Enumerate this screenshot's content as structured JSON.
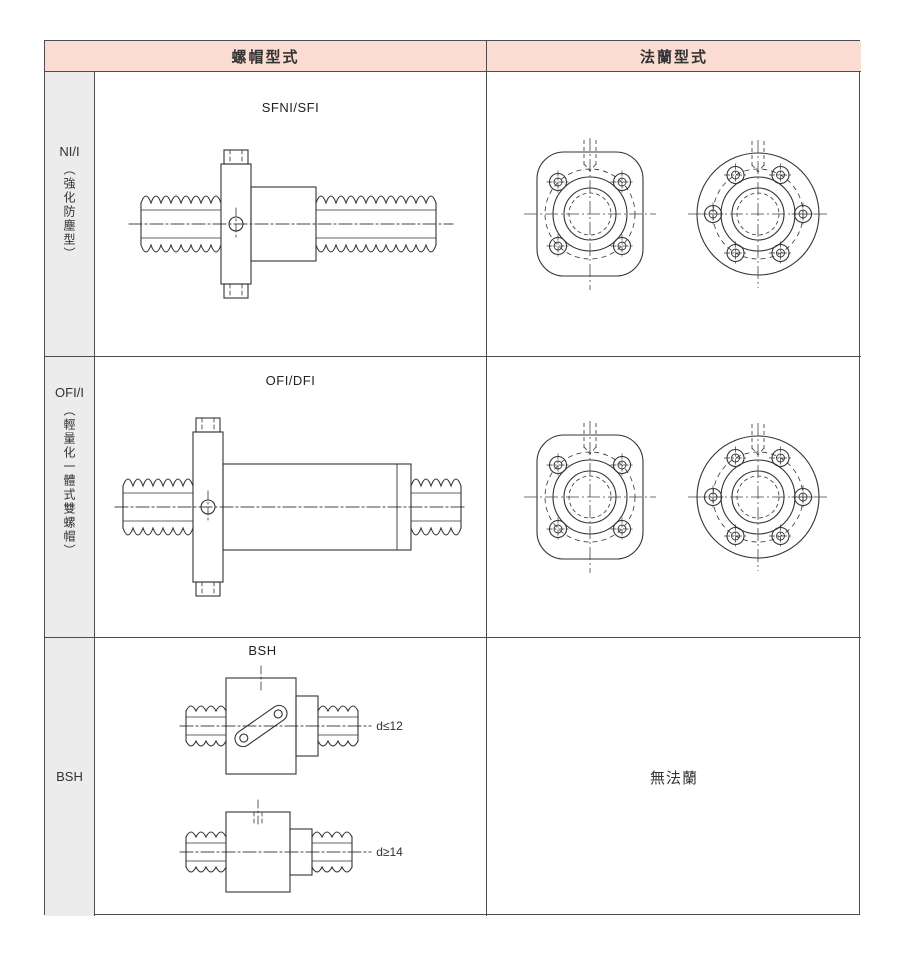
{
  "header": {
    "nut_type": "螺帽型式",
    "flange_type": "法蘭型式"
  },
  "rows": [
    {
      "code": "NI/I",
      "subtitle": "（強化防塵型）",
      "drawing_title": "SFNI/SFI"
    },
    {
      "code": "OFI/I",
      "subtitle": "（輕量化一體式雙螺帽）",
      "drawing_title": "OFI/DFI"
    },
    {
      "code": "BSH",
      "drawing_title": "BSH",
      "variants": [
        {
          "label": "d≤12"
        },
        {
          "label": "d≥14"
        }
      ],
      "flange_note": "無法蘭"
    }
  ],
  "colors": {
    "header_bg": "#fadcd2",
    "label_bg": "#ececec",
    "grid_line": "#4d4d4d",
    "drawing_line": "#333333"
  }
}
